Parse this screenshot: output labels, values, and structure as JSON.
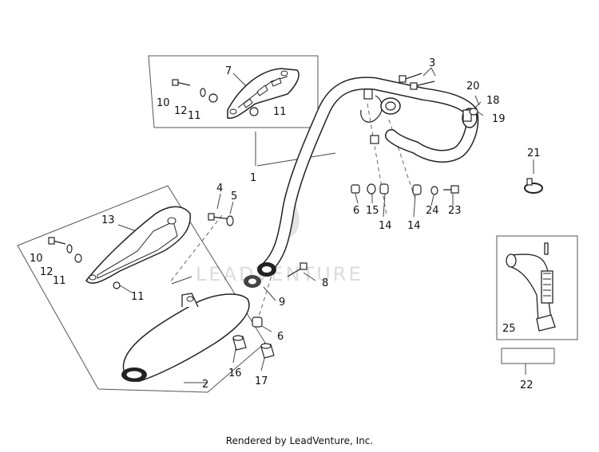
{
  "parts": {
    "p1": "1",
    "p2": "2",
    "p3": "3",
    "p4": "4",
    "p5": "5",
    "p6a": "6",
    "p6b": "6",
    "p7": "7",
    "p8": "8",
    "p9": "9",
    "p10a": "10",
    "p10b": "10",
    "p11a": "11",
    "p11b": "11",
    "p11c": "11",
    "p11d": "11",
    "p12a": "12",
    "p12b": "12",
    "p13": "13",
    "p14a": "14",
    "p14b": "14",
    "p15": "15",
    "p16": "16",
    "p17": "17",
    "p18": "18",
    "p19": "19",
    "p20": "20",
    "p21": "21",
    "p22": "22",
    "p23": "23",
    "p24": "24",
    "p25": "25"
  },
  "watermark": "LEADVENTURE",
  "footer": "Rendered by LeadVenture, Inc."
}
